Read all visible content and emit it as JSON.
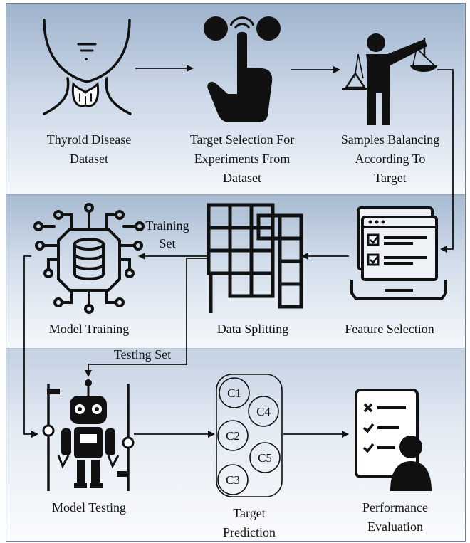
{
  "nodes": {
    "thyroid_dataset": "Thyroid Disease\nDataset",
    "target_selection": "Target Selection For\nExperiments From\nDataset",
    "samples_balancing": "Samples Balancing\nAccording To\nTarget",
    "feature_selection": "Feature Selection",
    "data_splitting": "Data Splitting",
    "model_training": "Model Training",
    "model_testing": "Model Testing",
    "target_prediction": "Target\nPrediction",
    "performance_evaluation": "Performance\nEvaluation"
  },
  "edges": {
    "training_set": "Training\nSet",
    "testing_set": "Testing Set"
  },
  "classifiers": [
    "C1",
    "C2",
    "C3",
    "C4",
    "C5"
  ],
  "colors": {
    "band_top": "#9fb3cd",
    "band_mid": "#a8bbd2",
    "band_bottom": "#c3d1e2",
    "ink": "#111111"
  },
  "icons": [
    "thyroid-neck-icon",
    "touch-select-icon",
    "balance-person-icon",
    "checklist-laptop-icon",
    "grid-split-icon",
    "neural-database-icon",
    "robot-icon",
    "classifier-ensemble-icon",
    "evaluation-report-icon"
  ]
}
